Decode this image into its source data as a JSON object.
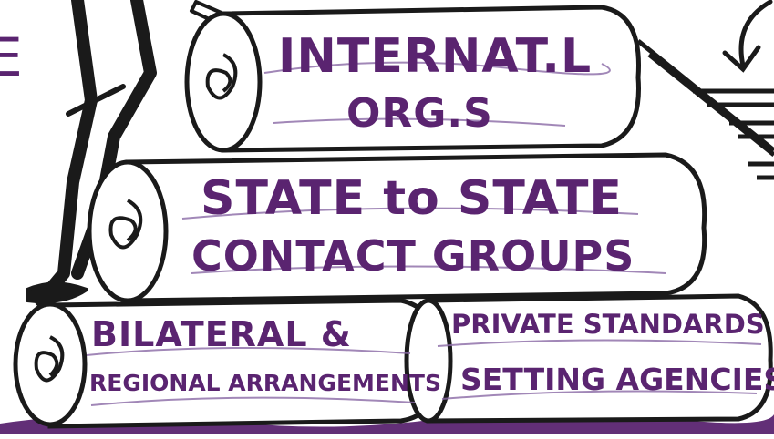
{
  "scroll_top": {
    "line1": "INTERNAT.L",
    "line2": "ORG.s"
  },
  "scroll_middle": {
    "line1": "STATE to STATE",
    "line2": "CONTACT GROUPS"
  },
  "scroll_bottom_left": {
    "line1": "BILATERAL &",
    "line2": "REGIONAL ARRANGEMENTS"
  },
  "scroll_bottom_right": {
    "line1": "PRIVATE STANDARDS",
    "line2": "SETTING AGENCIES"
  },
  "edge_letter": "E",
  "colors": {
    "ink": "#1a1a1a",
    "accent": "#5a2470",
    "accent_light": "#8a6aa6",
    "paper": "#ffffff"
  }
}
